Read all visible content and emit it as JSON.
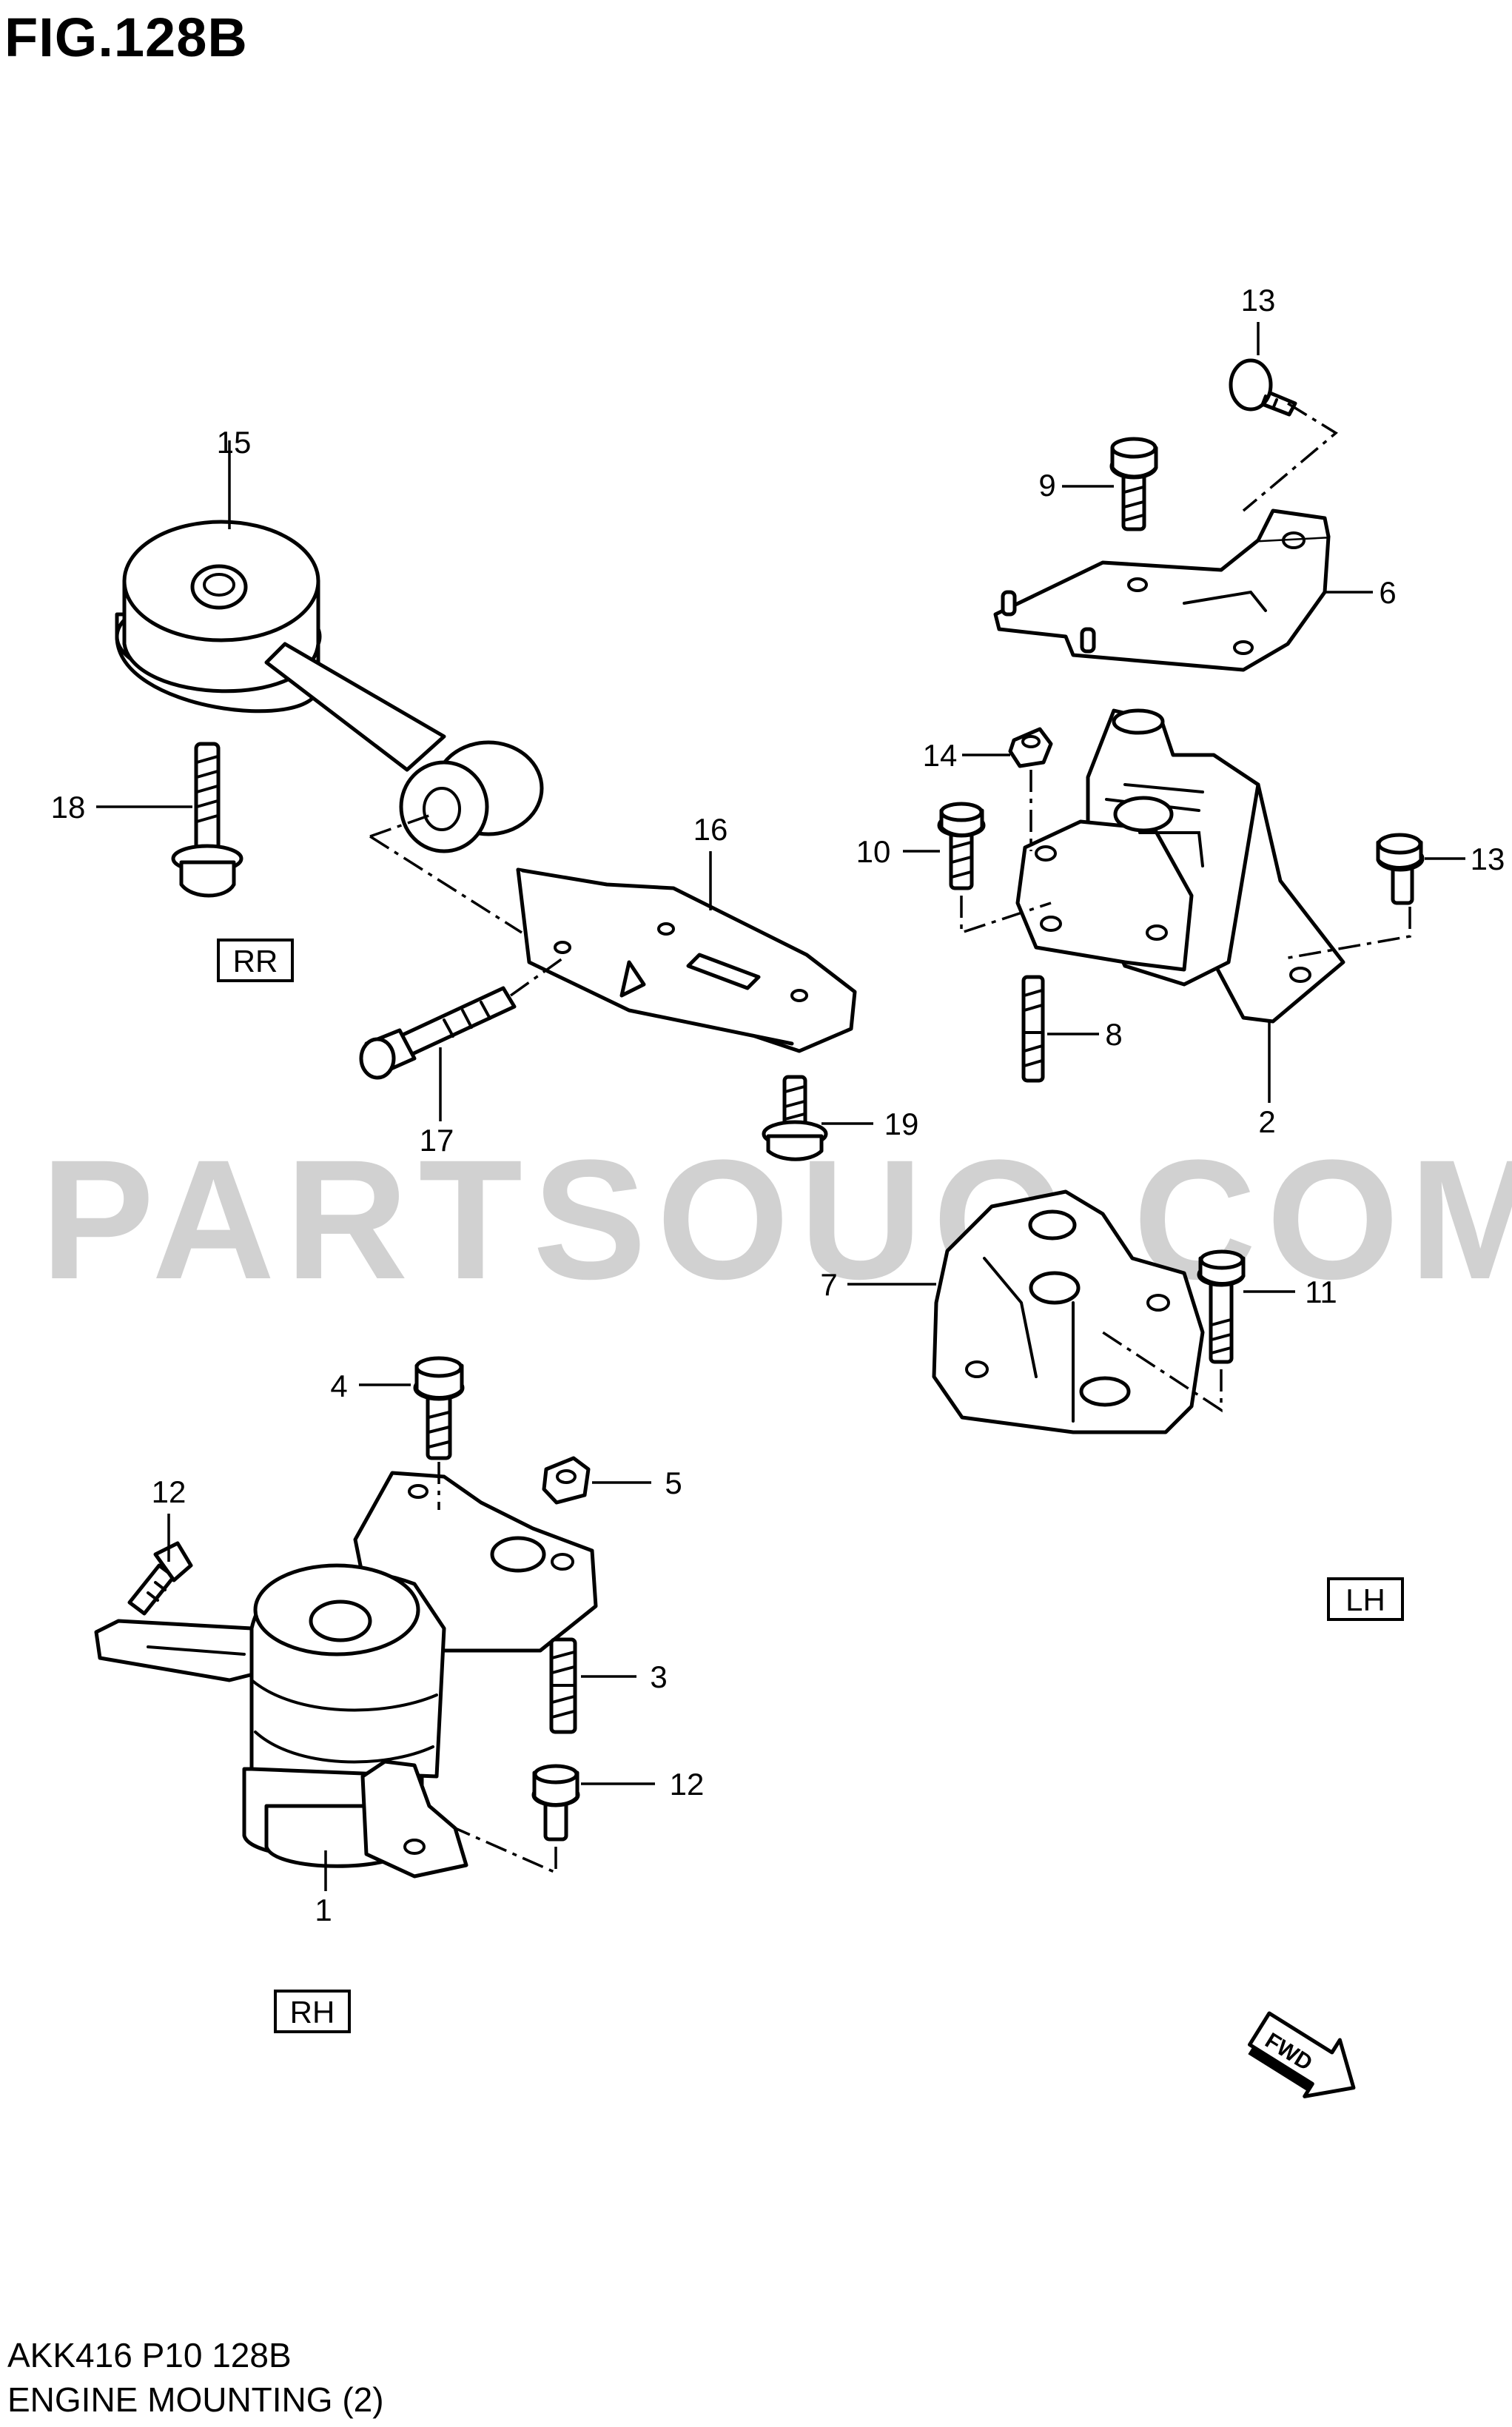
{
  "figure": {
    "title": "FIG.128B"
  },
  "footer": {
    "code": "AKK416 P10 128B",
    "name": "ENGINE MOUNTING (2)"
  },
  "watermark": "PARTSOUQ.COM",
  "section_labels": {
    "rr": "RR",
    "lh": "LH",
    "rh": "RH",
    "fwd": "FWD"
  },
  "callouts": [
    "1",
    "2",
    "3",
    "4",
    "5",
    "6",
    "7",
    "8",
    "9",
    "10",
    "11",
    "12",
    "12",
    "13",
    "13",
    "14",
    "15",
    "16",
    "17",
    "18",
    "19"
  ]
}
